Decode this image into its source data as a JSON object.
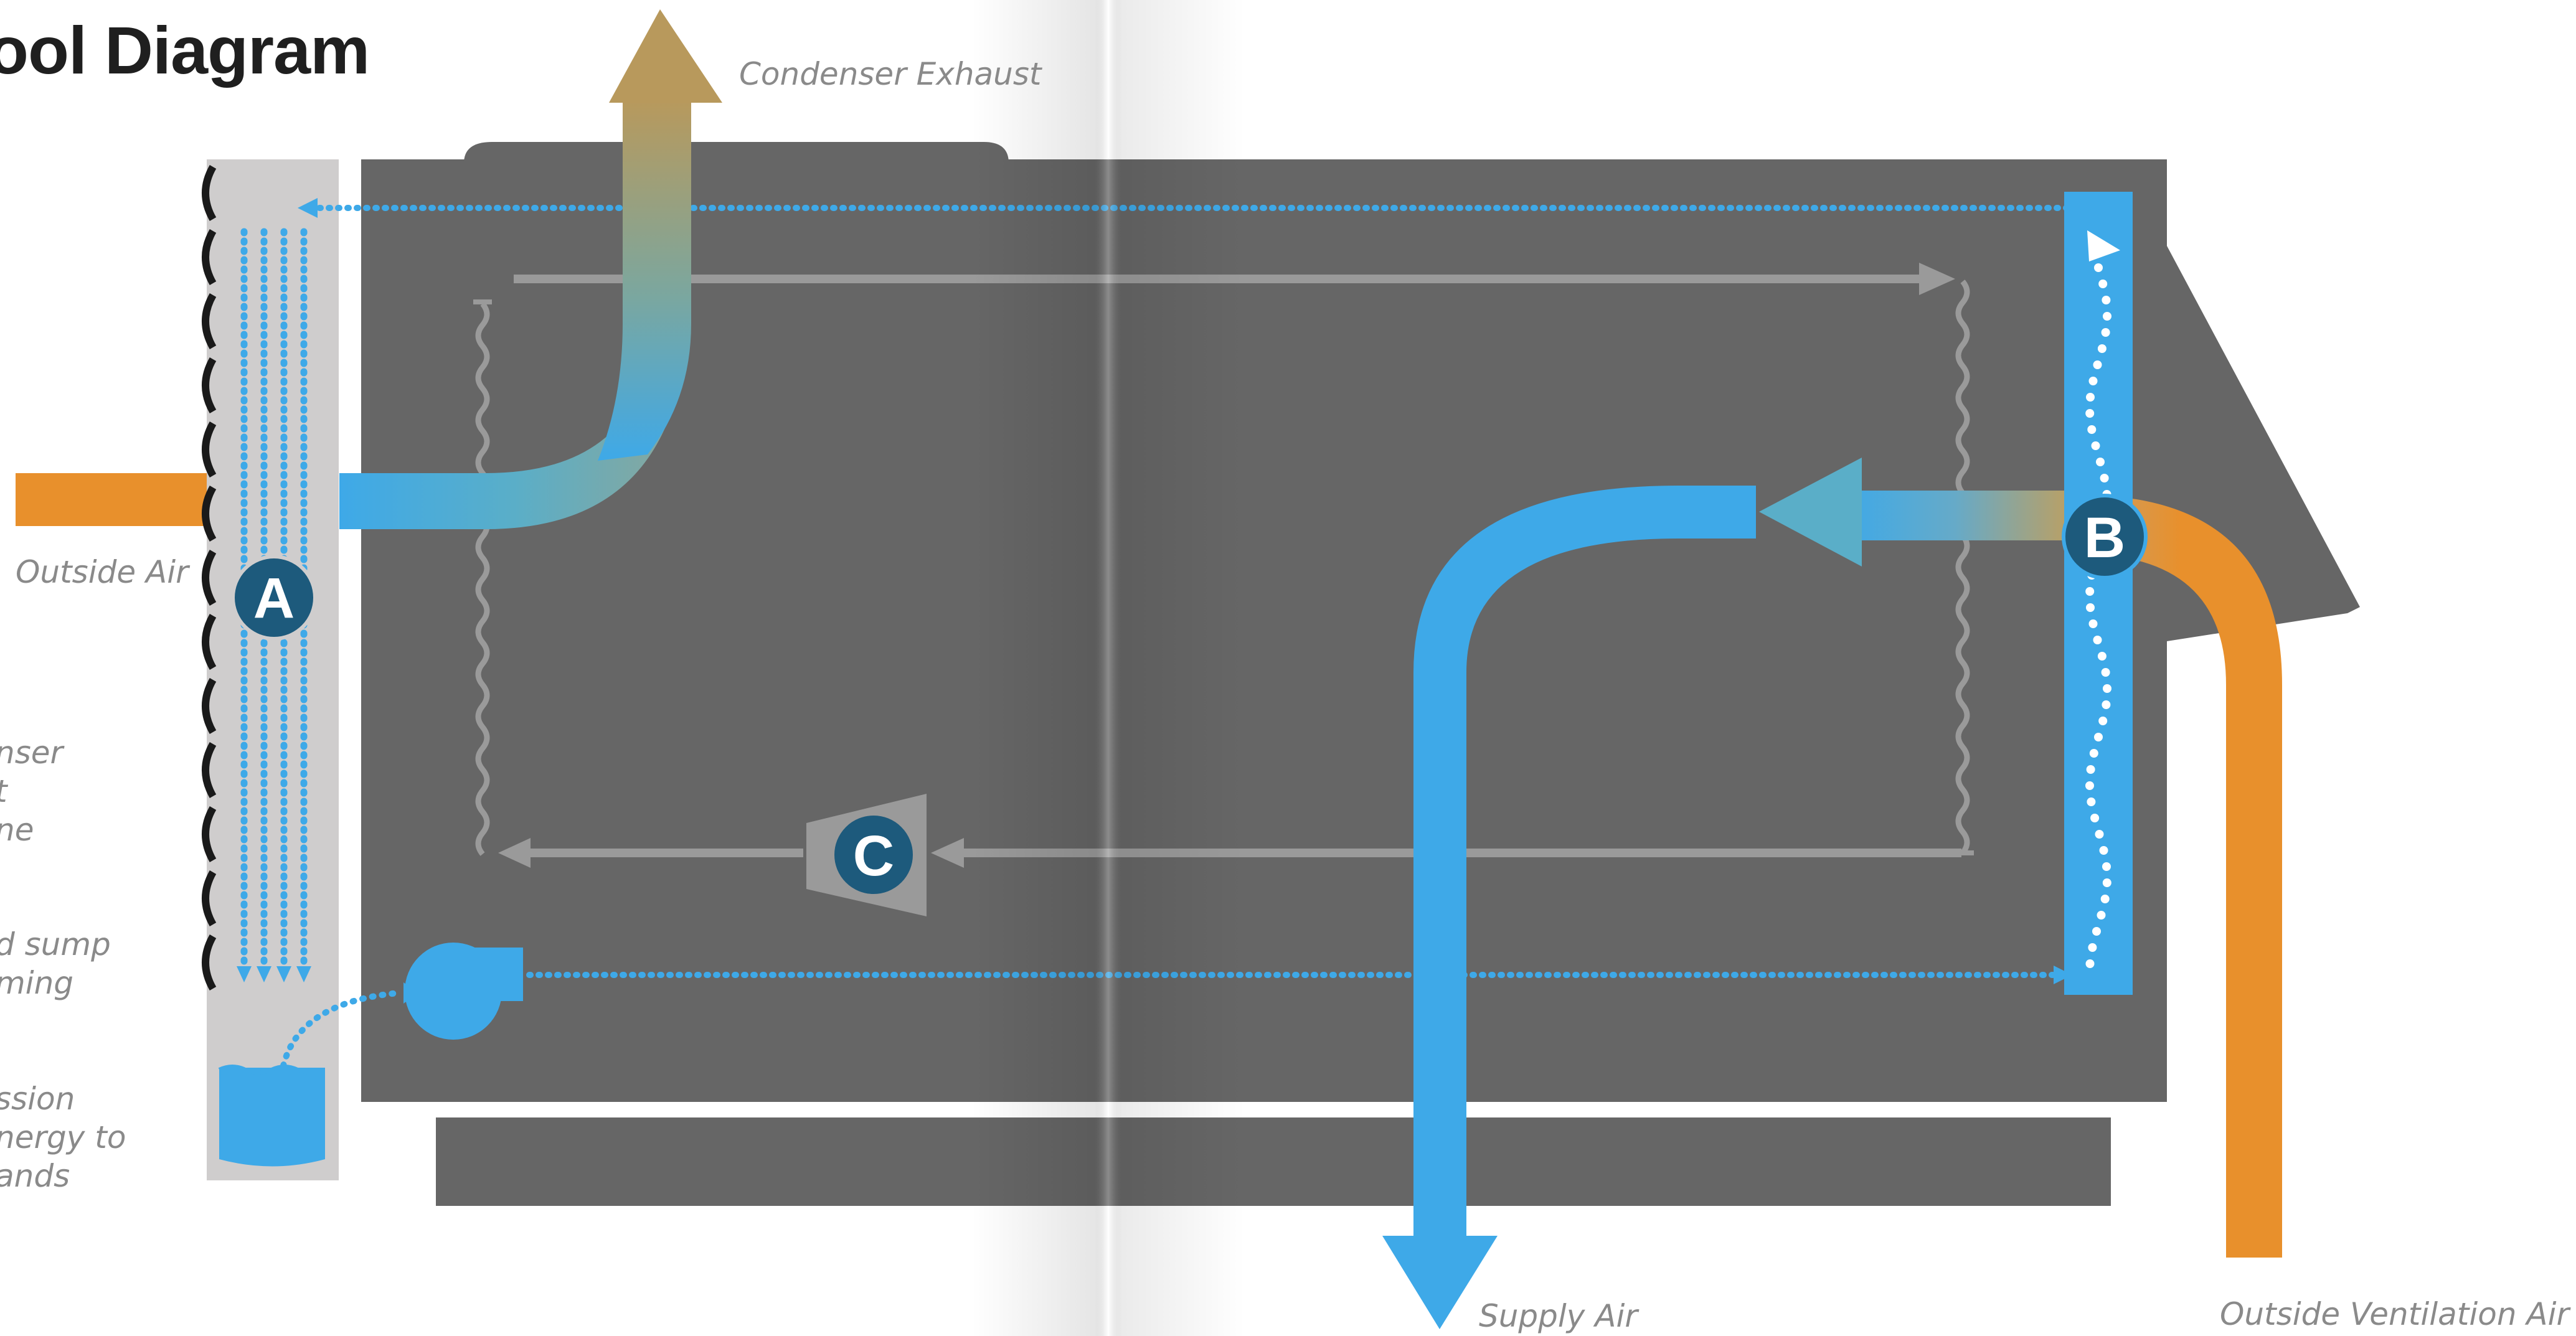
{
  "title": "ool Diagram",
  "labels": {
    "condenser_exhaust": "Condenser Exhaust",
    "outside_air": "Outside Air",
    "supply_air": "Supply Air",
    "outside_ventilation_air": "Outside Ventilation Air"
  },
  "partial_side_text": {
    "line1": "nser",
    "line2": "t",
    "line3": "ne",
    "line4": "d sump",
    "line5": "ming",
    "line6": "ssion",
    "line7": "nergy to",
    "line8": "ands"
  },
  "markers": {
    "a": "A",
    "b": "B",
    "c": "C"
  },
  "colors": {
    "unit_body": "#666666",
    "unit_shadow": "#5a5a5a",
    "media_panel": "#cfcdcd",
    "water_blue": "#3ea9e8",
    "warm_orange": "#e8902c",
    "marker_fill": "#1d5a7c",
    "refrigerant_line": "#9a9a9a",
    "label_gray": "#8a8a8a"
  }
}
